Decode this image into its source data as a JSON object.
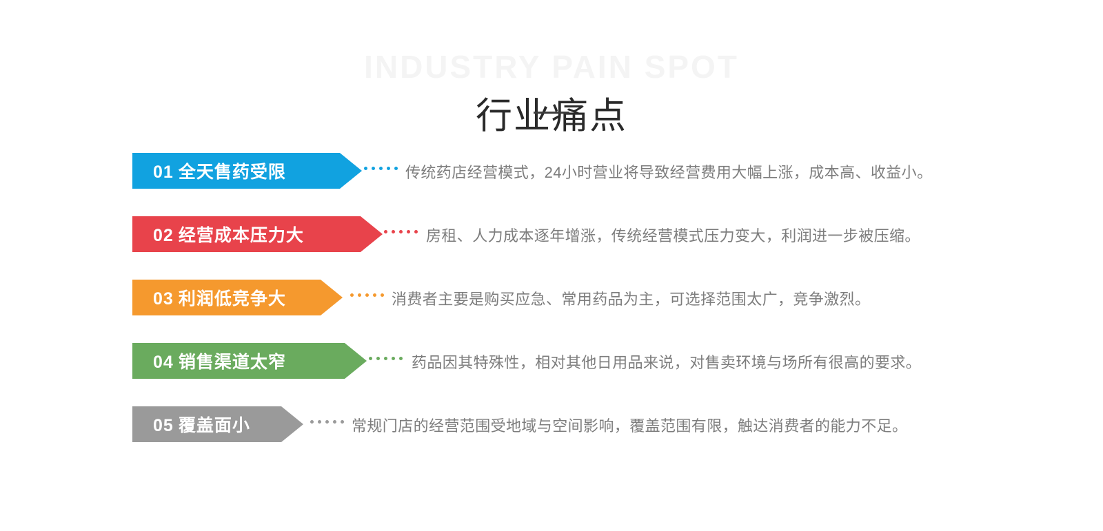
{
  "header": {
    "watermark": "INDUSTRY PAIN SPOT",
    "title": "行业痛点"
  },
  "colors": {
    "blue": "#11A2E0",
    "red": "#E8434B",
    "orange": "#F5992E",
    "green": "#6AAB5E",
    "gray": "#9A9A9A",
    "watermark": "#F4F4F4",
    "title": "#2A2A2A",
    "description": "#7D7D7D",
    "background": "#FFFFFF"
  },
  "rows": [
    {
      "number": "01",
      "label": "全天售药受限",
      "description": "传统药店经营模式，24小时营业将导致经营费用大幅上涨，成本高、收益小。",
      "color": "#11A2E0"
    },
    {
      "number": "02",
      "label": "经营成本压力大",
      "description": "房租、人力成本逐年增涨，传统经营模式压力变大，利润进一步被压缩。",
      "color": "#E8434B"
    },
    {
      "number": "03",
      "label": "利润低竞争大",
      "description": "消费者主要是购买应急、常用药品为主，可选择范围太广，竞争激烈。",
      "color": "#F5992E"
    },
    {
      "number": "04",
      "label": "销售渠道太窄",
      "description": "药品因其特殊性，相对其他日用品来说，对售卖环境与场所有很高的要求。",
      "color": "#6AAB5E"
    },
    {
      "number": "05",
      "label": "覆盖面小",
      "description": "常规门店的经营范围受地域与空间影响，覆盖范围有限，触达消费者的能力不足。",
      "color": "#9A9A9A"
    }
  ]
}
